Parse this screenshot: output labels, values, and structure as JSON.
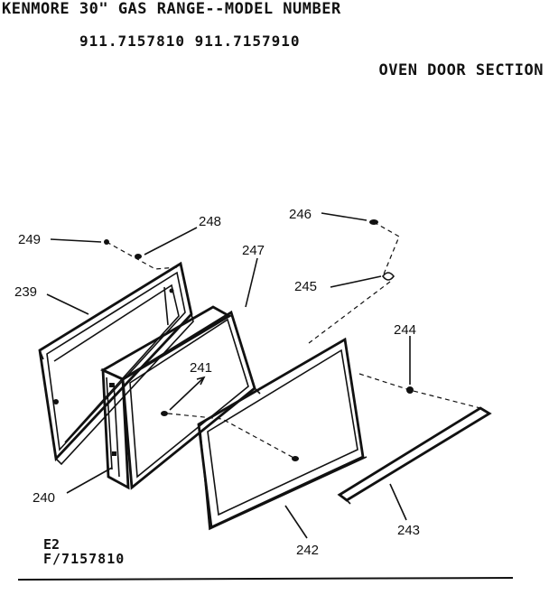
{
  "header": {
    "title": "KENMORE 30\" GAS RANGE--MODEL NUMBER",
    "models": "911.7157810 911.7157910",
    "section": "OVEN DOOR SECTION"
  },
  "footer": {
    "code1": "E2",
    "code2": "F/7157810"
  },
  "callouts": {
    "p239": "239",
    "p240": "240",
    "p241": "241",
    "p242": "242",
    "p243": "243",
    "p244": "244",
    "p245": "245",
    "p246": "246",
    "p247": "247",
    "p248": "248",
    "p249": "249"
  }
}
